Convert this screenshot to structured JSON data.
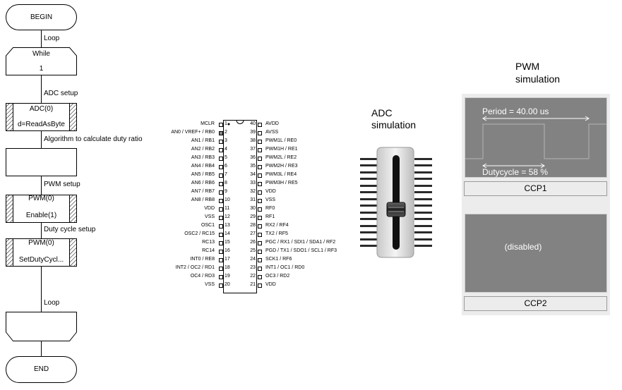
{
  "flowchart": {
    "begin": "BEGIN",
    "loop_label_top": "Loop",
    "while_title": "While",
    "while_value": "1",
    "adc_setup_label": "ADC setup",
    "adc_block_title": "ADC(0)",
    "adc_block_value": "d=ReadAsByte",
    "algorithm_label": "Algorithm to calculate duty ratio",
    "pwm_setup_label": "PWM setup",
    "pwm_block_title": "PWM(0)",
    "pwm_block_value": "Enable(1)",
    "duty_setup_label": "Duty cycle setup",
    "duty_block_title": "PWM(0)",
    "duty_block_value": "SetDutyCycl...",
    "loop_label_bottom": "Loop",
    "end": "END"
  },
  "chip": {
    "left_pins": [
      {
        "name": "MCLR",
        "num": "1"
      },
      {
        "name": "AN0 / VREF+ / RB0",
        "num": "2"
      },
      {
        "name": "AN1 / RB1",
        "num": "3"
      },
      {
        "name": "AN2 / RB2",
        "num": "4"
      },
      {
        "name": "AN3 / RB3",
        "num": "5"
      },
      {
        "name": "AN4 / RB4",
        "num": "6"
      },
      {
        "name": "AN5 / RB5",
        "num": "7"
      },
      {
        "name": "AN6 / RB6",
        "num": "8"
      },
      {
        "name": "AN7 / RB7",
        "num": "9"
      },
      {
        "name": "AN8 / RB8",
        "num": "10"
      },
      {
        "name": "VDD",
        "num": "11"
      },
      {
        "name": "VSS",
        "num": "12"
      },
      {
        "name": "OSC1",
        "num": "13"
      },
      {
        "name": "OSC2 / RC15",
        "num": "14"
      },
      {
        "name": "RC13",
        "num": "15"
      },
      {
        "name": "RC14",
        "num": "16"
      },
      {
        "name": "INT0 / RE8",
        "num": "17"
      },
      {
        "name": "INT2 / OC2 / RD1",
        "num": "18"
      },
      {
        "name": "OC4 / RD3",
        "num": "19"
      },
      {
        "name": "VSS",
        "num": "20"
      }
    ],
    "right_pins": [
      {
        "name": "AVDD",
        "num": "40"
      },
      {
        "name": "AVSS",
        "num": "39"
      },
      {
        "name": "PWM1L / RE0",
        "num": "38"
      },
      {
        "name": "PWM1H / RE1",
        "num": "37"
      },
      {
        "name": "PWM2L / RE2",
        "num": "36"
      },
      {
        "name": "PWM2H / RE3",
        "num": "35"
      },
      {
        "name": "PWM3L / RE4",
        "num": "34"
      },
      {
        "name": "PWM3H / RE5",
        "num": "33"
      },
      {
        "name": "VDD",
        "num": "32"
      },
      {
        "name": "VSS",
        "num": "31"
      },
      {
        "name": "RF0",
        "num": "30"
      },
      {
        "name": "RF1",
        "num": "29"
      },
      {
        "name": "RX2 / RF4",
        "num": "28"
      },
      {
        "name": "TX2 / RF5",
        "num": "27"
      },
      {
        "name": "PGC / RX1 / SDI1 / SDA1 / RF2",
        "num": "26"
      },
      {
        "name": "PGD / TX1 / SDO1 / SCL1 / RF3",
        "num": "25"
      },
      {
        "name": "SCK1 / RF6",
        "num": "24"
      },
      {
        "name": "INT1 / OC1 / RD0",
        "num": "23"
      },
      {
        "name": "OC3 / RD2",
        "num": "22"
      },
      {
        "name": "VDD",
        "num": "21"
      }
    ]
  },
  "adc": {
    "label_line1": "ADC",
    "label_line2": "simulation"
  },
  "pwm": {
    "label_line1": "PWM",
    "label_line2": "simulation",
    "ccp1": {
      "period_text": "Period =  40.00 us",
      "duty_text": "Dutycycle =  58 %",
      "duty_fraction": 0.58,
      "name": "CCP1"
    },
    "ccp2": {
      "status_text": "(disabled)",
      "name": "CCP2"
    }
  }
}
